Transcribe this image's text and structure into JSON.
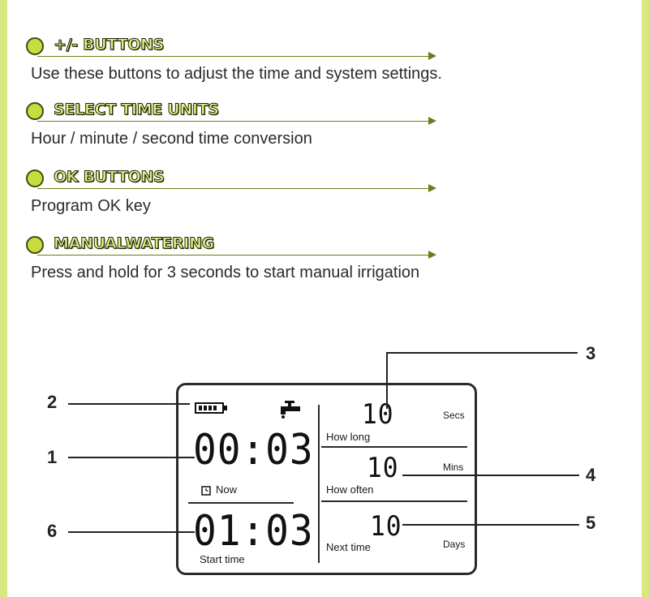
{
  "sections": [
    {
      "heading": "+/- BUTTONS",
      "description": "Use these buttons to adjust the time and system settings."
    },
    {
      "heading": "SELECT TIME UNITS",
      "description": "Hour / minute / second time conversion"
    },
    {
      "heading": "OK BUTTONS",
      "description": "Program OK key"
    },
    {
      "heading": "MANUALWATERING",
      "description": "Press and hold for 3 seconds to start manual irrigation"
    }
  ],
  "display": {
    "now_time": "00:03",
    "now_label": "Now",
    "start_time": "01:03",
    "start_label": "Start time",
    "how_long_value": "10",
    "how_long_unit": "Secs",
    "how_long_label": "How long",
    "how_often_value": "10",
    "how_often_unit": "Mins",
    "how_often_label": "How often",
    "next_time_value": "10",
    "next_time_unit": "Days",
    "next_time_label": "Next time"
  },
  "callouts": [
    "1",
    "2",
    "3",
    "4",
    "5",
    "6"
  ],
  "icons": {
    "battery": "battery-icon",
    "tap": "water-tap-icon",
    "clock": "clock-icon"
  },
  "colors": {
    "accent": "#c9dc3f",
    "border": "#d9e87e",
    "arrow": "#6a7d18"
  }
}
